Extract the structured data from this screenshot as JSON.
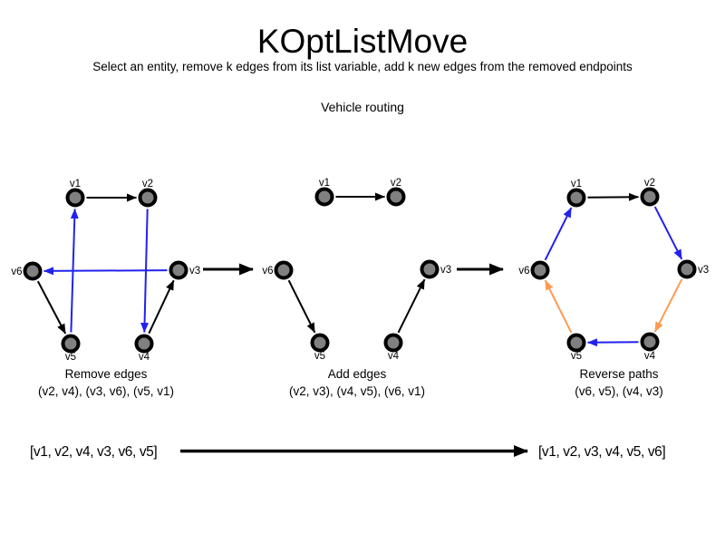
{
  "header": {
    "title": "KOptListMove",
    "subtitle": "Select an entity, remove k edges from its list variable, add k new edges from the removed endpoints",
    "context_label": "Vehicle routing"
  },
  "node_labels": {
    "v1": "v1",
    "v2": "v2",
    "v3": "v3",
    "v4": "v4",
    "v5": "v5",
    "v6": "v6"
  },
  "steps": [
    {
      "caption": "Remove edges",
      "detail": "(v2, v4), (v3, v6), (v5, v1)",
      "edges": [
        {
          "from": "v1",
          "to": "v2",
          "style": "kept"
        },
        {
          "from": "v6",
          "to": "v5",
          "style": "kept"
        },
        {
          "from": "v4",
          "to": "v3",
          "style": "kept"
        },
        {
          "from": "v2",
          "to": "v4",
          "style": "removed"
        },
        {
          "from": "v3",
          "to": "v6",
          "style": "removed"
        },
        {
          "from": "v5",
          "to": "v1",
          "style": "removed"
        }
      ]
    },
    {
      "caption": "Add edges",
      "detail": "(v2, v3), (v4, v5), (v6, v1)",
      "edges": [
        {
          "from": "v1",
          "to": "v2",
          "style": "kept"
        },
        {
          "from": "v6",
          "to": "v5",
          "style": "kept"
        },
        {
          "from": "v4",
          "to": "v3",
          "style": "kept"
        }
      ]
    },
    {
      "caption": "Reverse paths",
      "detail": "(v6, v5), (v4, v3)",
      "edges": [
        {
          "from": "v1",
          "to": "v2",
          "style": "kept"
        },
        {
          "from": "v2",
          "to": "v3",
          "style": "added"
        },
        {
          "from": "v3",
          "to": "v4",
          "style": "reversed"
        },
        {
          "from": "v4",
          "to": "v5",
          "style": "added"
        },
        {
          "from": "v5",
          "to": "v6",
          "style": "reversed"
        },
        {
          "from": "v6",
          "to": "v1",
          "style": "added"
        }
      ]
    }
  ],
  "footer": {
    "before_list": "[v1, v2, v4, v3, v6, v5]",
    "after_list": "[v1, v2, v3, v4, v5, v6]"
  },
  "colors": {
    "edge_default": "#000000",
    "edge_removed_added": "#2222ee",
    "edge_reversed": "#ff9950",
    "node_fill": "#808080",
    "node_border": "#000000",
    "background": "#ffffff"
  }
}
